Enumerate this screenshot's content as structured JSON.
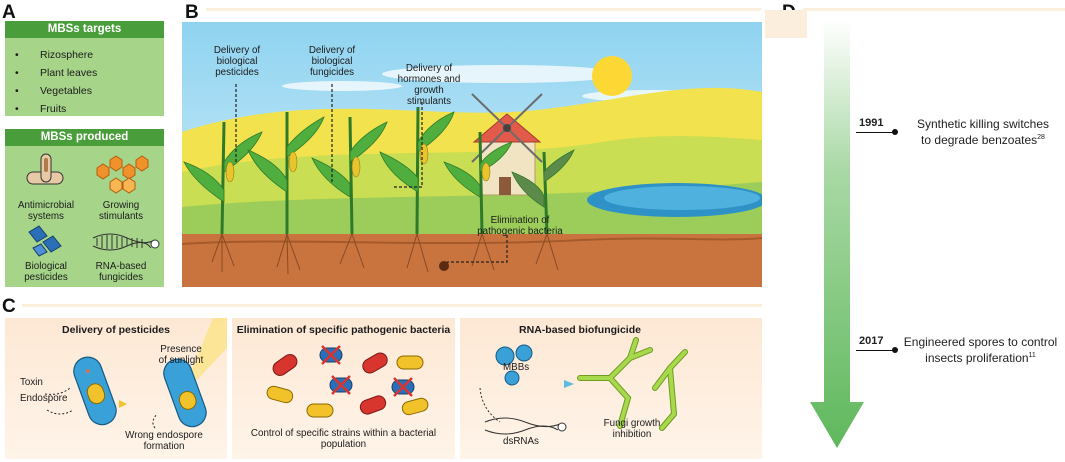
{
  "panels": {
    "a": "A",
    "b": "B",
    "c": "C",
    "d": "D"
  },
  "panelA": {
    "targets_title": "MBSs targets",
    "targets": [
      "Rizosphere",
      "Plant leaves",
      "Vegetables",
      "Fruits"
    ],
    "biocomp_title": "MBSs produced biocompounds",
    "biocomp": [
      {
        "label1": "Antimicrobial",
        "label2": "systems"
      },
      {
        "label1": "Growing",
        "label2": "stimulants"
      },
      {
        "label1": "Biological",
        "label2": "pesticides"
      },
      {
        "label1": "RNA-based",
        "label2": "fungicides"
      }
    ]
  },
  "panelB": {
    "lbl_pest": [
      "Delivery of",
      "biological",
      "pesticides"
    ],
    "lbl_fung": [
      "Delivery of",
      "biological",
      "fungicides"
    ],
    "lbl_horm": [
      "Delivery of",
      "hormones and",
      "growth",
      "stimulants"
    ],
    "lbl_elim": [
      "Elimination of",
      "pathogenic bacteria"
    ]
  },
  "panelC": {
    "sec1": {
      "title": "Delivery of pesticides",
      "sunlight": [
        "Presence",
        "of sunlight"
      ],
      "toxin": "Toxin",
      "endospore": "Endospore",
      "wrong": [
        "Wrong endospore",
        "formation"
      ]
    },
    "sec2": {
      "title": "Elimination of specific pathogenic bacteria",
      "caption": [
        "Control of specific strains within a bacterial",
        "population"
      ]
    },
    "sec3": {
      "title": "RNA-based biofungicide",
      "mbbs": "MBBs",
      "dsrnas": "dsRNAs",
      "fungi": [
        "Fungi growth",
        "inhibition"
      ]
    }
  },
  "panelD": {
    "events": [
      {
        "year": "1991",
        "text1": "Synthetic killing switches",
        "text2": "to degrade benzoates",
        "sup": "28"
      },
      {
        "year": "2017",
        "text1": "Engineered spores to control",
        "text2": "insects proliferation",
        "sup": "11"
      }
    ]
  },
  "colors": {
    "green_dark": "#4a9d3b",
    "green_light": "#a6d58a",
    "cream": "#fbe8d2",
    "arrow": "#7cc47a"
  }
}
